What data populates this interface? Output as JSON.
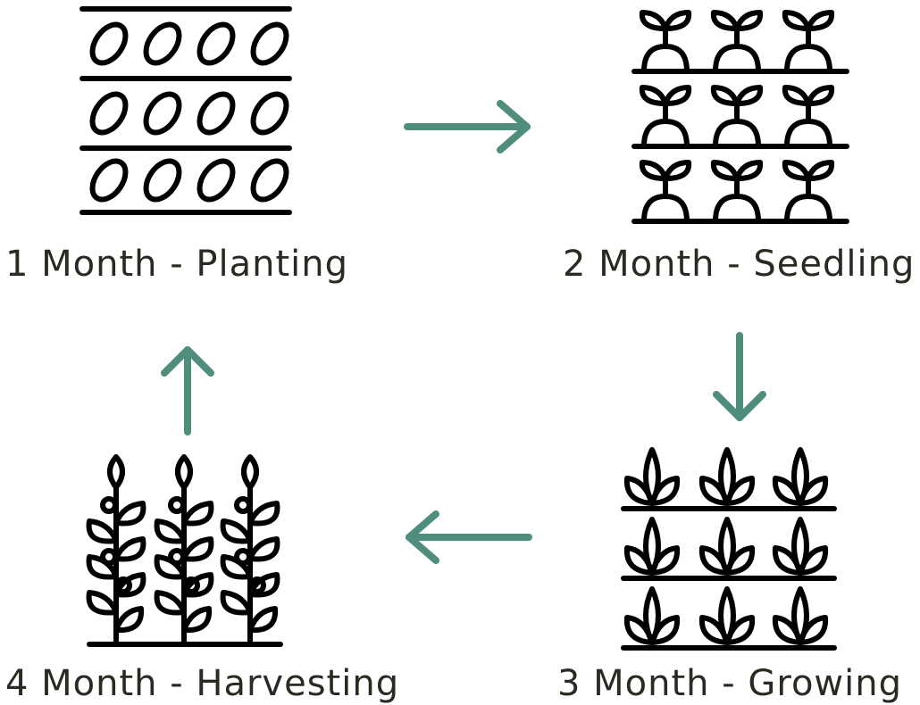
{
  "stages": [
    {
      "label": "1 Month - Planting",
      "icon": "seed-rows-icon"
    },
    {
      "label": "2 Month - Seedling",
      "icon": "sprout-rows-icon"
    },
    {
      "label": "3 Month - Growing",
      "icon": "leafy-plant-rows-icon"
    },
    {
      "label": "4 Month - Harvesting",
      "icon": "grain-stalks-icon"
    }
  ],
  "colors": {
    "arrow": "#4f8d7c",
    "ink": "#000000",
    "text": "#2a2a22"
  },
  "arrows": [
    {
      "from": "1 Month - Planting",
      "to": "2 Month - Seedling",
      "icon": "arrow-right-icon"
    },
    {
      "from": "2 Month - Seedling",
      "to": "3 Month - Growing",
      "icon": "arrow-down-icon"
    },
    {
      "from": "3 Month - Growing",
      "to": "4 Month - Harvesting",
      "icon": "arrow-left-icon"
    },
    {
      "from": "4 Month - Harvesting",
      "to": "1 Month - Planting",
      "icon": "arrow-up-icon"
    }
  ]
}
